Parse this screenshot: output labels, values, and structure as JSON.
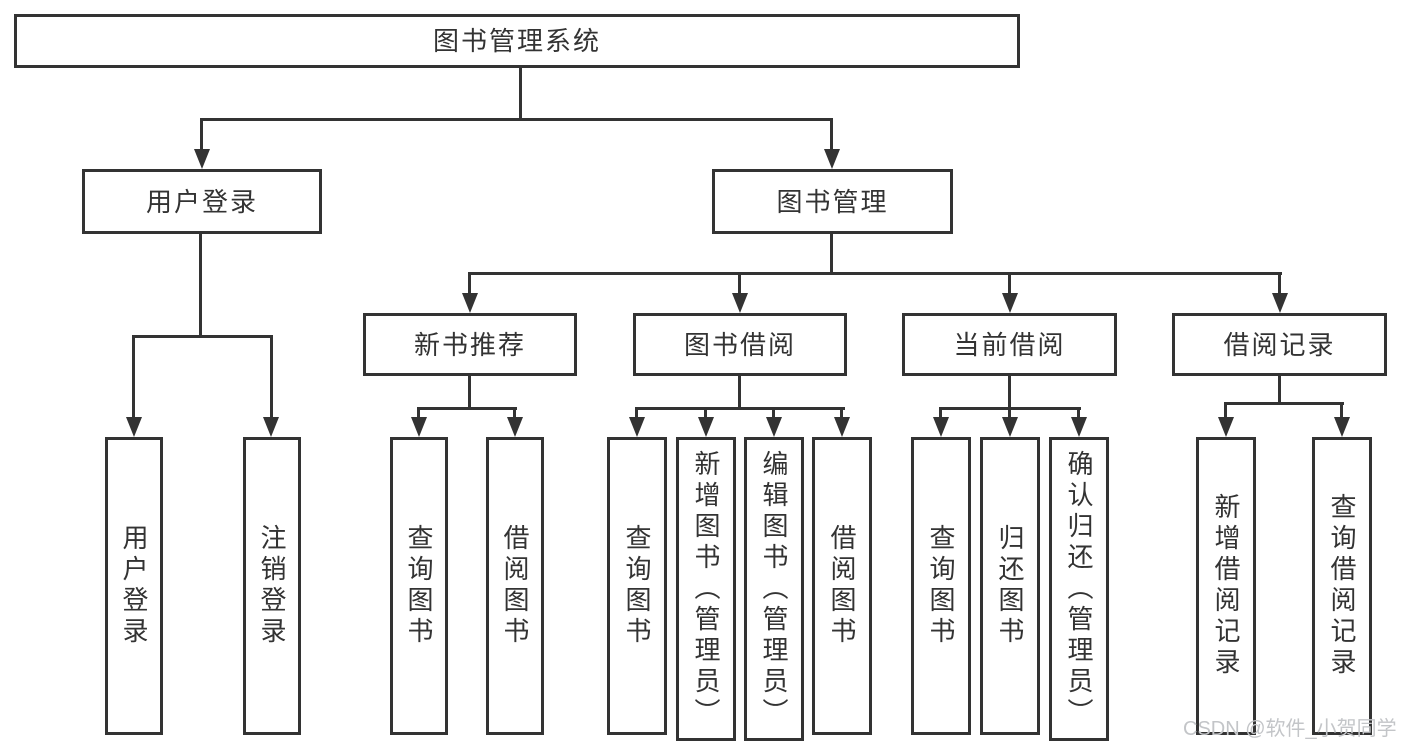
{
  "diagram": {
    "type": "hierarchy-tree",
    "title": "图书管理系统"
  },
  "colors": {
    "line": "#333333",
    "text": "#333333",
    "background": "#ffffff",
    "watermark": "#c3c5c8"
  },
  "root": {
    "label": "图书管理系统"
  },
  "level2": [
    {
      "label": "用户登录"
    },
    {
      "label": "图书管理"
    }
  ],
  "level3": [
    {
      "label": "新书推荐"
    },
    {
      "label": "图书借阅"
    },
    {
      "label": "当前借阅"
    },
    {
      "label": "借阅记录"
    }
  ],
  "leaves": {
    "user_login": [
      {
        "label": "用户登录"
      },
      {
        "label": "注销登录"
      }
    ],
    "new_book": [
      {
        "label": "查询图书"
      },
      {
        "label": "借阅图书"
      }
    ],
    "book_borrow": [
      {
        "label": "查询图书"
      },
      {
        "label": "新增图书（管理员）"
      },
      {
        "label": "编辑图书（管理员）"
      },
      {
        "label": "借阅图书"
      }
    ],
    "current_borrow": [
      {
        "label": "查询图书"
      },
      {
        "label": "归还图书"
      },
      {
        "label": "确认归还（管理员）"
      }
    ],
    "borrow_record": [
      {
        "label": "新增借阅记录"
      },
      {
        "label": "查询借阅记录"
      }
    ]
  },
  "watermark": {
    "text": "CSDN @软件_小贺同学"
  }
}
